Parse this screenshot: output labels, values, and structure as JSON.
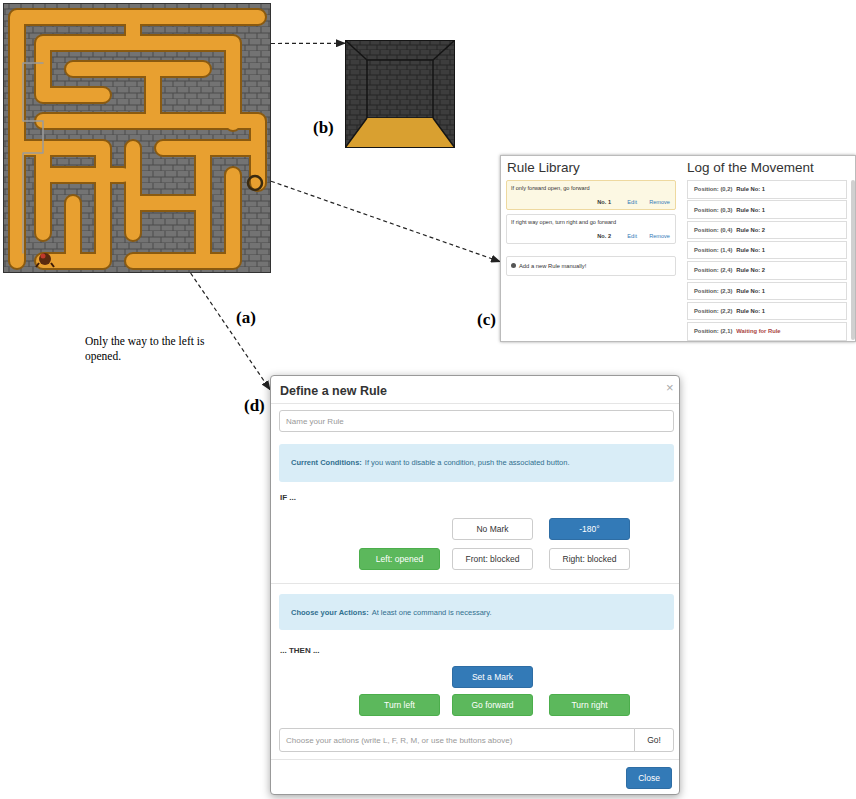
{
  "diagram": {
    "nodes": [
      {
        "text": [
          "(a)"
        ]
      },
      {
        "text": [
          "(b)"
        ]
      },
      {
        "text": [
          "(c)",
          "Rule Library",
          "Log of the Movement"
        ]
      },
      {
        "text": [
          "If only forward open, go forward",
          "No. 1",
          "Edit",
          "Remove"
        ],
        "in": 2
      },
      {
        "text": [
          "If right way open, turn right and go forward",
          "No. 2",
          "Edit",
          "Remove"
        ],
        "in": 2
      },
      {
        "text": [
          "Add a new Rule manually!"
        ],
        "in": 2
      },
      {
        "text": [
          "Position: (0,2)",
          "Rule No: 1"
        ],
        "in": 2
      },
      {
        "text": [
          "Position: (0,3)",
          "Rule No: 1"
        ],
        "in": 2
      },
      {
        "text": [
          "Position: (0,4)",
          "Rule No: 2"
        ],
        "in": 2
      },
      {
        "text": [
          "Position: (1,4)",
          "Rule No: 1"
        ],
        "in": 2
      },
      {
        "text": [
          "Position: (2,4)",
          "Rule No: 2"
        ],
        "in": 2
      },
      {
        "text": [
          "Position: (2,3)",
          "Rule No: 1"
        ],
        "in": 2
      },
      {
        "text": [
          "Position: (2,2)",
          "Rule No: 1"
        ],
        "in": 2
      },
      {
        "text": [
          "Position: (2,1)",
          "Waiting for Rule"
        ],
        "in": 2
      },
      {
        "text": [
          "(d)",
          "Define a new Rule",
          "×",
          "IF ...",
          "... THEN ..."
        ]
      },
      {
        "text": [
          "Name your Rule"
        ],
        "in": 14
      },
      {
        "text": [
          "Current Conditions:",
          "If you want to disable a condition, push the associated button."
        ],
        "in": 14
      },
      {
        "text": [
          "No Mark"
        ],
        "in": 14
      },
      {
        "text": [
          "-180°"
        ],
        "in": 14
      },
      {
        "text": [
          "Left: opened"
        ],
        "in": 14
      },
      {
        "text": [
          "Front: blocked"
        ],
        "in": 14
      },
      {
        "text": [
          "Right: blocked"
        ],
        "in": 14
      },
      {
        "text": [
          "Choose your Actions:",
          "At least one command is necessary."
        ],
        "in": 14
      },
      {
        "text": [
          "Set a Mark"
        ],
        "in": 14
      },
      {
        "text": [
          "Turn left"
        ],
        "in": 14
      },
      {
        "text": [
          "Go forward"
        ],
        "in": 14
      },
      {
        "text": [
          "Turn right"
        ],
        "in": 14
      },
      {
        "text": [
          "Choose your actions (write L, F, R, M, or use the buttons above)"
        ],
        "in": 14
      },
      {
        "text": [
          "Go!"
        ],
        "in": 14
      },
      {
        "text": [
          "Close"
        ],
        "in": 14
      }
    ],
    "edges": [
      {
        "from": 0,
        "to": 1,
        "arrow": "to"
      },
      {
        "from": 0,
        "to": 2,
        "arrow": "to"
      },
      {
        "from": 0,
        "to": 14,
        "arrow": "to",
        "label": "Only the way to the left is opened."
      }
    ]
  }
}
